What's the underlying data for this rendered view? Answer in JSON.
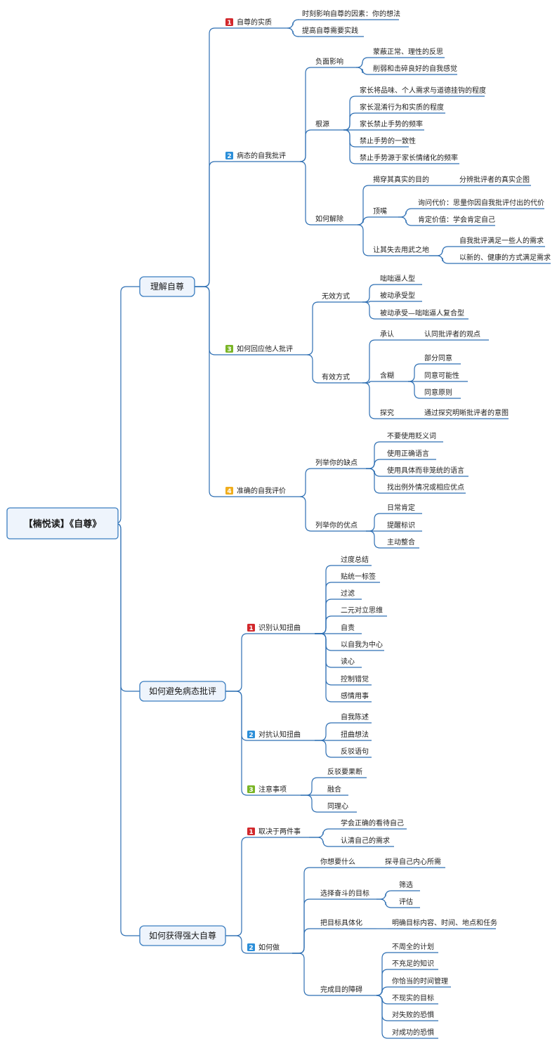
{
  "colors": {
    "line": "#2e6fb3",
    "box_fill": "#eef4fc",
    "box_stroke": "#3a7dc0",
    "badge_1": "#d2282c",
    "badge_2": "#2c8fd9",
    "badge_3": "#7ab526",
    "badge_4": "#f0ad1d"
  },
  "root": {
    "text": "【楠悦读】《自尊》",
    "children": [
      {
        "text": "理解自尊",
        "children": [
          {
            "text": "自尊的实质",
            "badge": "1",
            "children": [
              {
                "text": "时刻影响自尊的因素：你的想法"
              },
              {
                "text": "提高自尊需要实践"
              }
            ]
          },
          {
            "text": "病态的自我批评",
            "badge": "2",
            "children": [
              {
                "text": "负面影响",
                "children": [
                  {
                    "text": "蒙蔽正常、理性的反思"
                  },
                  {
                    "text": "削弱和击碎良好的自我感觉"
                  }
                ]
              },
              {
                "text": "根源",
                "children": [
                  {
                    "text": "家长将品味、个人需求与道德挂钩的程度"
                  },
                  {
                    "text": "家长混淆行为和实质的程度"
                  },
                  {
                    "text": "家长禁止手势的频率"
                  },
                  {
                    "text": "禁止手势的一致性"
                  },
                  {
                    "text": "禁止手势源于家长情绪化的频率"
                  }
                ]
              },
              {
                "text": "如何解除",
                "children": [
                  {
                    "text": "揭穿其真实的目的",
                    "children": [
                      {
                        "text": "分辨批评者的真实企图"
                      }
                    ]
                  },
                  {
                    "text": "顶嘴",
                    "children": [
                      {
                        "text": "询问代价：思量你因自我批评付出的代价"
                      },
                      {
                        "text": "肯定价值：学会肯定自己"
                      }
                    ]
                  },
                  {
                    "text": "让其失去用武之地",
                    "children": [
                      {
                        "text": "自我批评满足一些人的需求"
                      },
                      {
                        "text": "以新的、健康的方式满足需求"
                      }
                    ]
                  }
                ]
              }
            ]
          },
          {
            "text": "如何回应他人批评",
            "badge": "3",
            "children": [
              {
                "text": "无效方式",
                "children": [
                  {
                    "text": "咄咄逼人型"
                  },
                  {
                    "text": "被动承受型"
                  },
                  {
                    "text": "被动承受—咄咄逼人复合型"
                  }
                ]
              },
              {
                "text": "有效方式",
                "children": [
                  {
                    "text": "承认",
                    "children": [
                      {
                        "text": "认同批评者的观点"
                      }
                    ]
                  },
                  {
                    "text": "含糊",
                    "children": [
                      {
                        "text": "部分同意"
                      },
                      {
                        "text": "同意可能性"
                      },
                      {
                        "text": "同意原则"
                      }
                    ]
                  },
                  {
                    "text": "探究",
                    "children": [
                      {
                        "text": "通过探究明晰批评者的意图"
                      }
                    ]
                  }
                ]
              }
            ]
          },
          {
            "text": "准确的自我评价",
            "badge": "4",
            "children": [
              {
                "text": "列举你的缺点",
                "children": [
                  {
                    "text": "不要使用贬义词"
                  },
                  {
                    "text": "使用正确语言"
                  },
                  {
                    "text": "使用具体而非笼统的语言"
                  },
                  {
                    "text": "找出例外情况或相应优点"
                  }
                ]
              },
              {
                "text": "列举你的优点",
                "children": [
                  {
                    "text": "日常肯定"
                  },
                  {
                    "text": "提醒标识"
                  },
                  {
                    "text": "主动整合"
                  }
                ]
              }
            ]
          }
        ]
      },
      {
        "text": "如何避免病态批评",
        "children": [
          {
            "text": "识别认知扭曲",
            "badge": "1",
            "children": [
              {
                "text": "过度总结"
              },
              {
                "text": "贴统一标签"
              },
              {
                "text": "过滤"
              },
              {
                "text": "二元对立思维"
              },
              {
                "text": "自责"
              },
              {
                "text": "以自我为中心"
              },
              {
                "text": "读心"
              },
              {
                "text": "控制错觉"
              },
              {
                "text": "感情用事"
              }
            ]
          },
          {
            "text": "对抗认知扭曲",
            "badge": "2",
            "children": [
              {
                "text": "自我陈述"
              },
              {
                "text": "扭曲想法"
              },
              {
                "text": "反驳语句"
              }
            ]
          },
          {
            "text": "注意事项",
            "badge": "3",
            "children": [
              {
                "text": "反驳要果断"
              },
              {
                "text": "融合"
              },
              {
                "text": "同理心"
              }
            ]
          }
        ]
      },
      {
        "text": "如何获得强大自尊",
        "children": [
          {
            "text": "取决于两件事",
            "badge": "1",
            "children": [
              {
                "text": "学会正确的看待自己"
              },
              {
                "text": "认清自己的需求"
              }
            ]
          },
          {
            "text": "如何做",
            "badge": "2",
            "children": [
              {
                "text": "你想要什么",
                "children": [
                  {
                    "text": "探寻自己内心所需"
                  }
                ]
              },
              {
                "text": "选择奋斗的目标",
                "children": [
                  {
                    "text": "筛选"
                  },
                  {
                    "text": "评估"
                  }
                ]
              },
              {
                "text": "把目标具体化",
                "children": [
                  {
                    "text": "明确目标内容、时间、地点和任务"
                  }
                ]
              },
              {
                "text": "完成目的障碍",
                "children": [
                  {
                    "text": "不周全的计划"
                  },
                  {
                    "text": "不充足的知识"
                  },
                  {
                    "text": "你恰当的时间管理"
                  },
                  {
                    "text": "不现实的目标"
                  },
                  {
                    "text": "对失败的恐惧"
                  },
                  {
                    "text": "对成功的恐惧"
                  }
                ]
              }
            ]
          }
        ]
      }
    ]
  }
}
